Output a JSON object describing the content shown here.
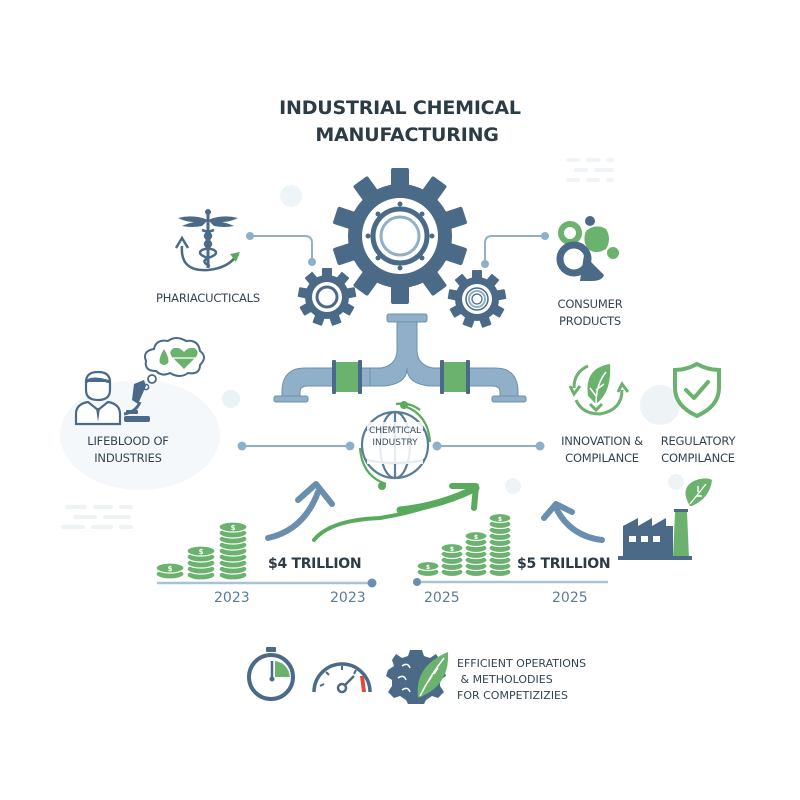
{
  "title": {
    "line1": "INDUSTRIAL CHEMICAL",
    "line2": "MANUFACTURING"
  },
  "center": {
    "globe_line1": "CHEMTICAL",
    "globe_line2": "INDUSTRY"
  },
  "nodes": {
    "pharmaceuticals": {
      "label": "PHARIACUCTICALS",
      "icon": "caduceus-icon"
    },
    "consumer_products": {
      "line1": "CONSUMER",
      "line2": "PRODUCTS",
      "icon": "molecule-shapes-icon"
    },
    "lifeblood": {
      "line1": "LIFEBLOOD OF",
      "line2": "INDUSTRIES",
      "icon": "scientist-microscope-icon"
    },
    "innovation": {
      "line1": "INNOVATION &",
      "line2": "COMPILANCE",
      "icon": "leaf-recycle-icon"
    },
    "regulatory": {
      "line1": "REGULATORY",
      "line2": "COMPILANCE",
      "icon": "shield-check-icon"
    }
  },
  "growth": {
    "left": {
      "value": "$4 TRILLION",
      "year_start": "2023",
      "year_end": "2023"
    },
    "right": {
      "value": "$5 TRILLION",
      "year_start": "2025",
      "year_end": "2025"
    }
  },
  "efficiency": {
    "line1": "EFFICIENT OPERATIONS",
    "line2": " & METHOLODIES",
    "line3": "FOR COMPETIZIZIES",
    "icons": [
      "stopwatch-icon",
      "speedometer-icon",
      "gear-brain-leaf-icon"
    ]
  },
  "colors": {
    "primary_blue": "#4a6a88",
    "light_blue": "#8fb0c8",
    "green": "#5aaa5e",
    "light_green": "#7dbf80",
    "text_dark": "#2d3b45",
    "year_blue": "#5a7c98",
    "alert_red": "#e04a3a"
  }
}
